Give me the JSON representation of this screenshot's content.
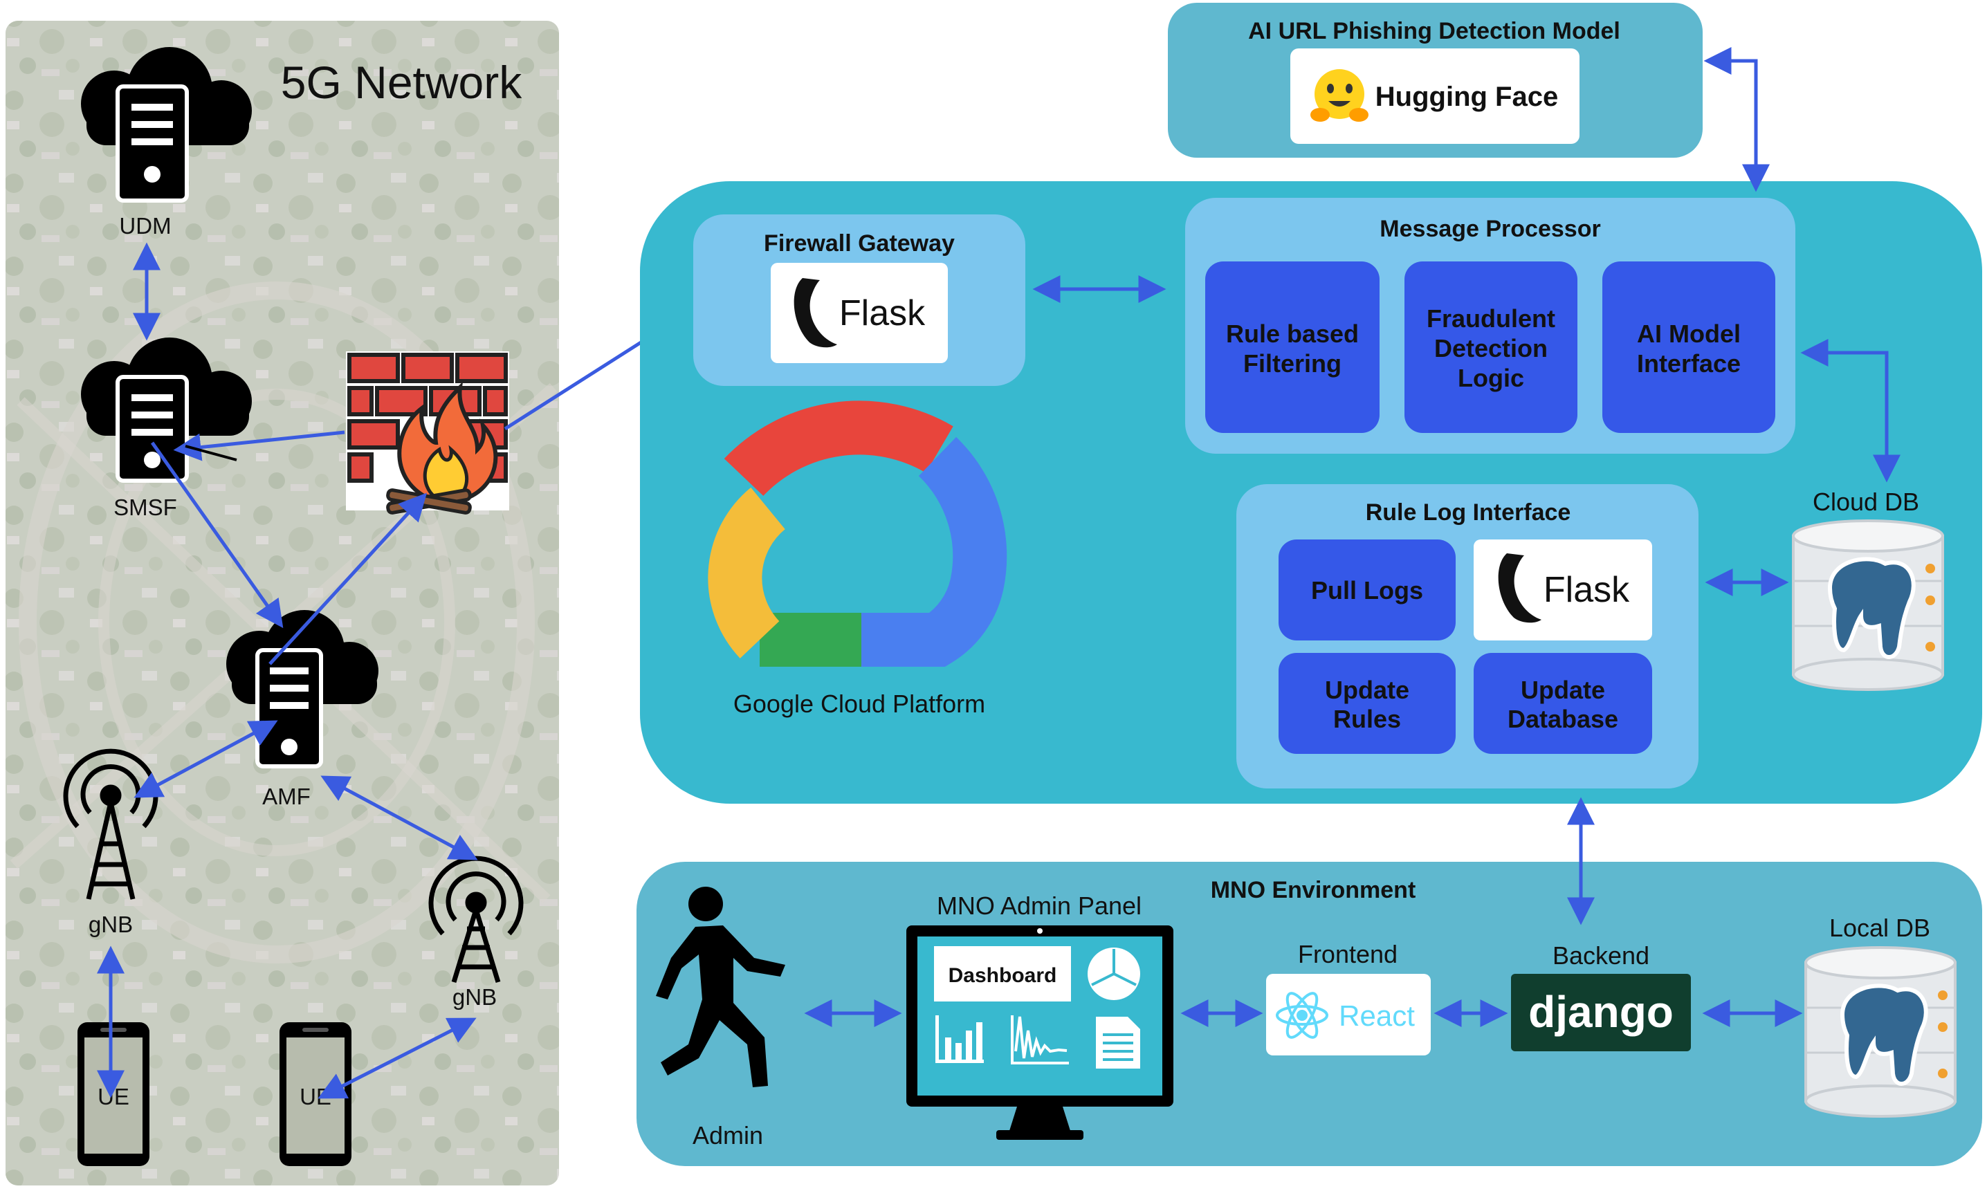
{
  "network": {
    "title": "5G Network",
    "udm": "UDM",
    "smsf": "SMSF",
    "amf": "AMF",
    "gnb_left": "gNB",
    "gnb_right": "gNB",
    "ue_left": "UE",
    "ue_right": "UE"
  },
  "ai_model": {
    "title": "AI URL Phishing Detection Model",
    "provider": "Hugging Face"
  },
  "gcp": {
    "label": "Google Cloud Platform"
  },
  "firewall_gateway": {
    "title": "Firewall Gateway",
    "framework": "Flask"
  },
  "message_processor": {
    "title": "Message Processor",
    "modules": [
      {
        "line1": "Rule based",
        "line2": "Filtering",
        "line3": ""
      },
      {
        "line1": "Fraudulent",
        "line2": "Detection",
        "line3": "Logic"
      },
      {
        "line1": "AI Model",
        "line2": "Interface",
        "line3": ""
      }
    ]
  },
  "rule_log": {
    "title": "Rule Log Interface",
    "pull_logs": "Pull Logs",
    "framework": "Flask",
    "update_rules": {
      "line1": "Update",
      "line2": "Rules"
    },
    "update_database": {
      "line1": "Update",
      "line2": "Database"
    }
  },
  "cloud_db": {
    "label": "Cloud DB"
  },
  "mno": {
    "title": "MNO Environment",
    "admin": "Admin",
    "admin_panel": "MNO Admin Panel",
    "dashboard": "Dashboard",
    "frontend": "Frontend",
    "frontend_framework": "React",
    "backend": "Backend",
    "backend_framework": "django",
    "local_db": "Local DB"
  },
  "colors": {
    "cloud_bg": "#38b9cf",
    "ai_box_bg": "#5fb8cf",
    "panel_bg": "#7cc6ee",
    "module_bg": "#3558e8",
    "arrow": "#3a5be0",
    "mno_bg": "#5fb8cf"
  }
}
